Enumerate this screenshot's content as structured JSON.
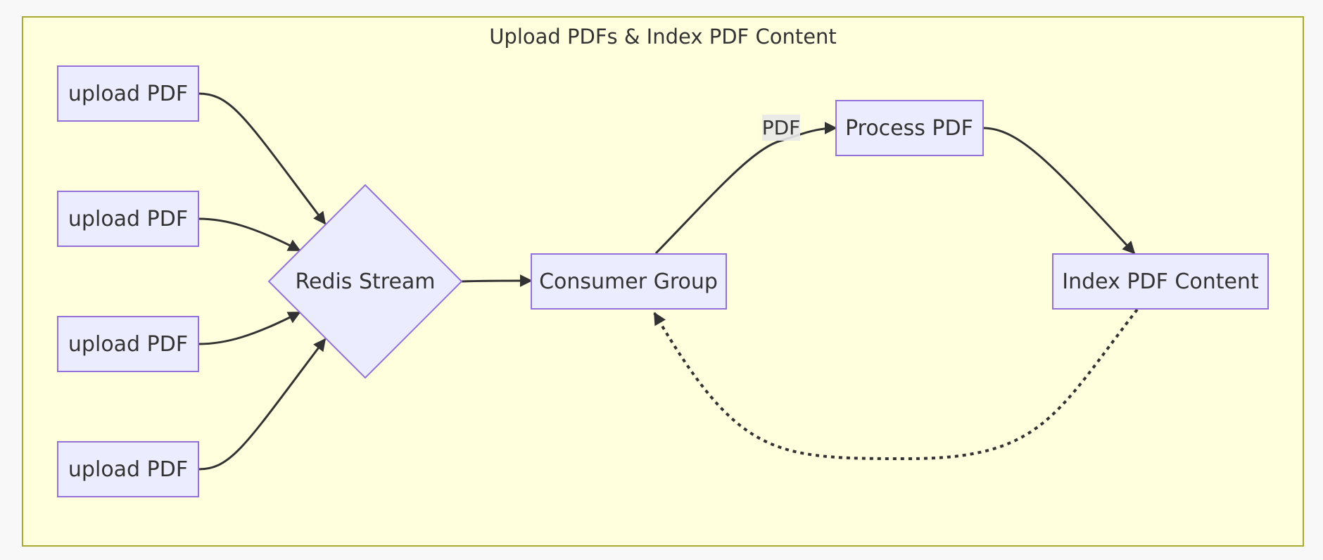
{
  "subgraph": {
    "title": "Upload PDFs & Index PDF Content"
  },
  "nodes": {
    "upload_1": "upload PDF",
    "upload_2": "upload PDF",
    "upload_3": "upload PDF",
    "upload_4": "upload PDF",
    "redis_stream": "Redis Stream",
    "consumer_group": "Consumer Group",
    "process_pdf": "Process PDF",
    "index_pdf": "Index PDF Content"
  },
  "edge_labels": {
    "consumer_to_process": "PDF"
  },
  "colors": {
    "background": "#f8f8f8",
    "cluster_fill": "#ffffde",
    "cluster_stroke": "#aaaa33",
    "node_fill": "#ececff",
    "node_stroke": "#9370db",
    "edge": "#333333",
    "edge_label_bg": "#e8e8e8",
    "text": "#333333"
  }
}
